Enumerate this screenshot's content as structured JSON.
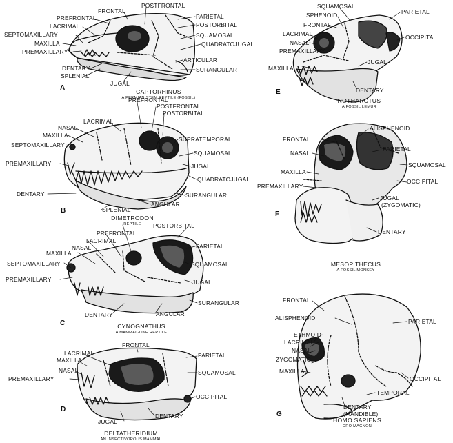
{
  "figures": [
    {
      "id": "A",
      "letter": "A",
      "title": "CAPTORHINUS",
      "subtitle": "A PERMIAN STEM REPTILE (FOSSIL)",
      "labels": [
        "FRONTAL",
        "POSTFRONTAL",
        "PREFRONTAL",
        "PARIETAL",
        "POSTORBITAL",
        "LACRIMAL",
        "SQUAMOSAL",
        "SEPTOMAXILLARY",
        "QUADRATOJUGAL",
        "MAXILLA",
        "PREMAXILLARY",
        "ARTICULAR",
        "DENTARY",
        "SURANGULAR",
        "SPLENIAL",
        "JUGAL"
      ]
    },
    {
      "id": "B",
      "letter": "B",
      "title": "DIMETRODON",
      "subtitle": "REPTILE",
      "labels": [
        "PREFRONTAL",
        "LACRIMAL",
        "POSTFRONTAL",
        "POSTORBITAL",
        "NASAL",
        "MAXILLA",
        "SUPRATEMPORAL",
        "SEPTOMAXILLARY",
        "SQUAMOSAL",
        "PREMAXILLARY",
        "JUGAL",
        "QUADRATOJUGAL",
        "SURANGULAR",
        "DENTARY",
        "ANGULAR",
        "SPLENIAL"
      ]
    },
    {
      "id": "C",
      "letter": "C",
      "title": "CYNOGNATHUS",
      "subtitle": "A MAMMAL-LIKE REPTILE",
      "labels": [
        "PREFRONTAL",
        "POSTORBITAL",
        "LACRIMAL",
        "NASAL",
        "PARIETAL",
        "MAXILLA",
        "SEPTOMAXILLARY",
        "SQUAMOSAL",
        "PREMAXILLARY",
        "JUGAL",
        "SURANGULAR",
        "DENTARY",
        "ANGULAR"
      ]
    },
    {
      "id": "D",
      "letter": "D",
      "title": "DELTATHERIDIUM",
      "subtitle": "AN INSECTIVOROUS MAMMAL",
      "labels": [
        "FRONTAL",
        "LACRIMAL",
        "PARIETAL",
        "MAXILLA",
        "NASAL",
        "SQUAMOSAL",
        "PREMAXILLARY",
        "OCCIPITAL",
        "DENTARY",
        "JUGAL"
      ]
    },
    {
      "id": "E",
      "letter": "E",
      "title": "NOTHARCTUS",
      "subtitle": "A FOSSIL LEMUR",
      "labels": [
        "SQUAMOSAL",
        "PARIETAL",
        "SPHENOID",
        "FRONTAL",
        "OCCIPITAL",
        "LACRIMAL",
        "NASAL",
        "PREMAXILLARY",
        "JUGAL",
        "MAXILLA",
        "DENTARY"
      ]
    },
    {
      "id": "F",
      "letter": "F",
      "title": "MESOPITHECUS",
      "subtitle": "A FOSSIL MONKEY",
      "labels": [
        "ALISPHENOID",
        "FRONTAL",
        "PARIETAL",
        "NASAL",
        "SQUAMOSAL",
        "MAXILLA",
        "OCCIPITAL",
        "PREMAXILLARY",
        "JUGAL",
        "(ZYGOMATIC)",
        "DENTARY"
      ]
    },
    {
      "id": "G",
      "letter": "G",
      "title": "HOMO SAPIENS",
      "subtitle": "CRO MAGNON",
      "labels": [
        "FRONTAL",
        "ALISPHENOID",
        "PARIETAL",
        "ETHMOID",
        "LACRIMAL",
        "NASAL",
        "ZYGOMATIC",
        "MAXILLA",
        "OCCIPITAL",
        "TEMPORAL",
        "DENTARY",
        "(MANDIBLE)"
      ]
    }
  ]
}
